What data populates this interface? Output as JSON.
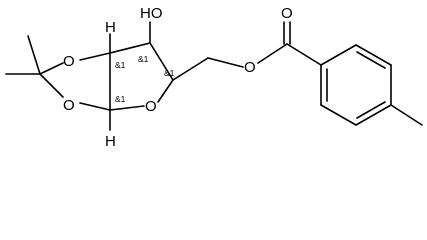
{
  "molecule": {
    "atoms": {
      "hydroxyl": "HO",
      "dioxolane_o_top": "O",
      "dioxolane_o_bottom": "O",
      "ring_o": "O",
      "ester_o": "O",
      "carbonyl_o": "O",
      "h_top": "H",
      "h_bottom": "H"
    },
    "stereo_labels": {
      "c3": "&1",
      "c4": "&1",
      "c2": "&1",
      "c5": "&1"
    }
  }
}
